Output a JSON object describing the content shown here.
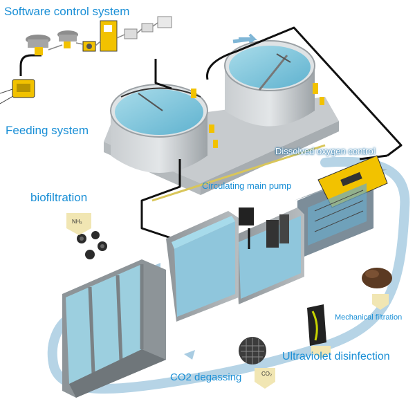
{
  "diagram": {
    "labels": {
      "software": "Software control system",
      "feeding": "Feeding system",
      "biofiltration": "biofiltration",
      "dissolved_oxygen": "Dissolved oxygen control",
      "circulating_pump": "Circulating main pump",
      "mechanical_filtration": "Mechanical filtration",
      "uv_disinfection": "Ultraviolet disinfection",
      "co2_degassing": "CO2 degassing"
    },
    "chemicals": {
      "ammonia": "NH₃",
      "co2": "CO₂"
    },
    "colors": {
      "label_blue": "#1a8fd6",
      "flow_blue": "#9cc6df",
      "water": "#7fc4da",
      "tank_gray": "#b9bec2",
      "pipe": "#111111",
      "equipment_yellow": "#f2c200"
    }
  }
}
